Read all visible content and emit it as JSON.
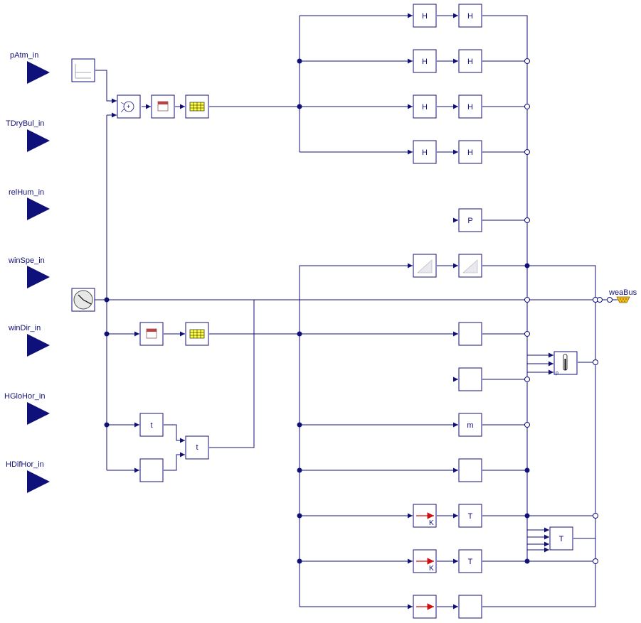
{
  "colors": {
    "primary": "#10107a",
    "background": "#ffffff",
    "arrow_red": "#d01010",
    "bus_yellow": "#f0c020",
    "table_yellow": "#ffff40"
  },
  "inputs": [
    {
      "label": "pAtm_in"
    },
    {
      "label": "TDryBul_in"
    },
    {
      "label": "relHum_in"
    },
    {
      "label": "winSpe_in"
    },
    {
      "label": "winDir_in"
    },
    {
      "label": "HGloHor_in"
    },
    {
      "label": "HDifHor_in"
    }
  ],
  "bus": {
    "label": "weaBus"
  },
  "blocks": {
    "h_left": [
      "H",
      "H",
      "H",
      "H"
    ],
    "h_right": [
      "H",
      "H",
      "H",
      "H"
    ],
    "p_block": "P",
    "t_top": "t",
    "t_mid": "t",
    "m_block": "m",
    "k_label_1": "K",
    "k_label_2": "K",
    "t_conv_1": "T",
    "t_conv_2": "T",
    "t_sky": "T"
  }
}
